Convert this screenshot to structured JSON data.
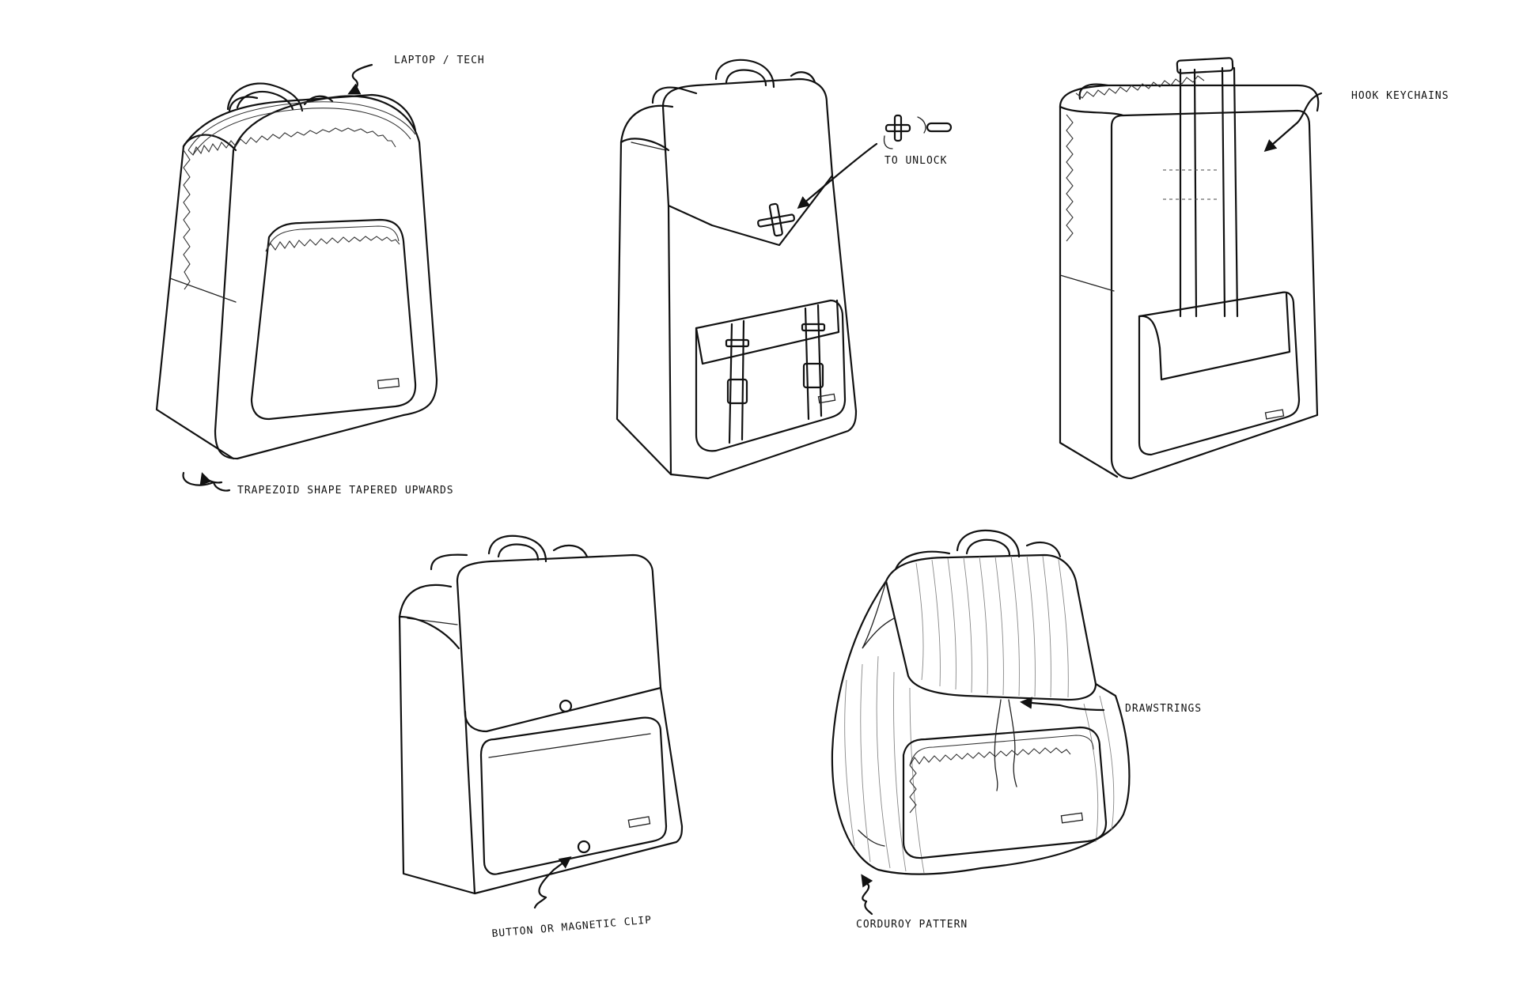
{
  "annotations": {
    "laptop_tech": "LAPTOP / TECH",
    "trapezoid": "TRAPEZOID SHAPE   TAPERED UPWARDS",
    "to_unlock": "TO UNLOCK",
    "hook_keychains": "HOOK KEYCHAINS",
    "drawstrings": "DRAWSTRINGS",
    "button_clip": "BUTTON OR MAGNETIC CLIP",
    "corduroy": "CORDUROY PATTERN"
  }
}
